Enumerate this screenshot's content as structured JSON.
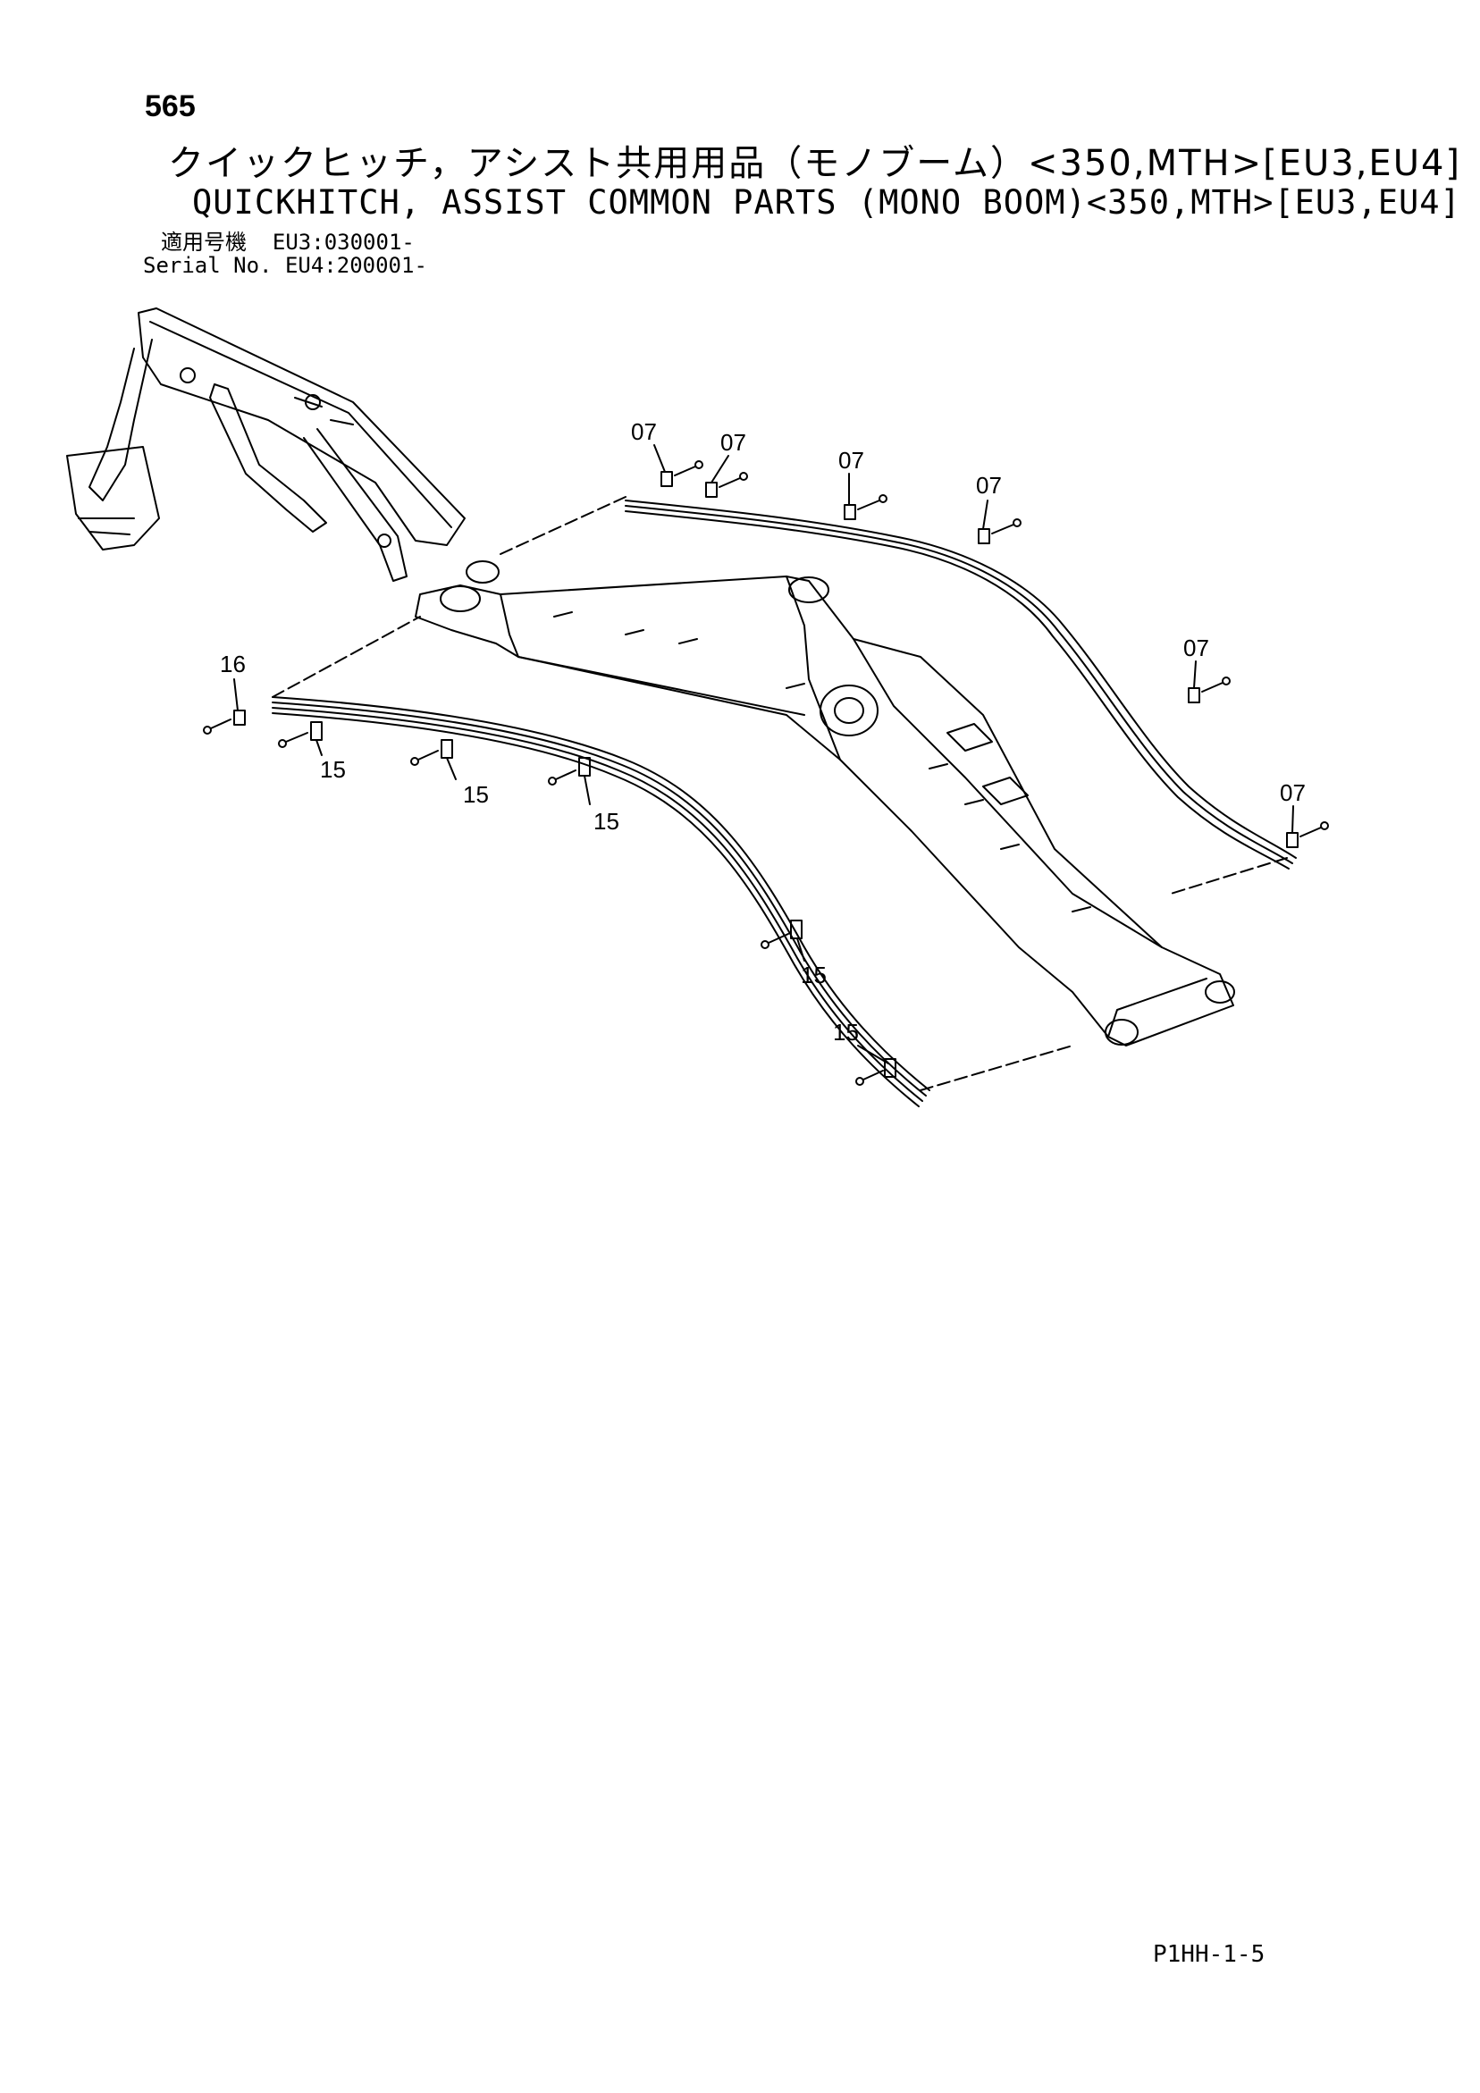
{
  "page": {
    "number": "565",
    "title_jp": "クイックヒッチ，アシスト共用用品（モノブーム）<350,MTH>[EU3,EU4]",
    "title_en": "QUICKHITCH, ASSIST COMMON PARTS (MONO BOOM)<350,MTH>[EU3,EU4]",
    "serial_label_jp": "適用号機",
    "serial_label_en": "Serial No.",
    "serial_eu3": "EU3:030001-",
    "serial_eu4": "EU4:200001-",
    "footer_code": "P1HH-1-5"
  },
  "callouts": {
    "c07a": "07",
    "c07b": "07",
    "c07c": "07",
    "c07d": "07",
    "c07e": "07",
    "c07f": "07",
    "c16": "16",
    "c15a": "15",
    "c15b": "15",
    "c15c": "15",
    "c15d": "15",
    "c15e": "15"
  }
}
